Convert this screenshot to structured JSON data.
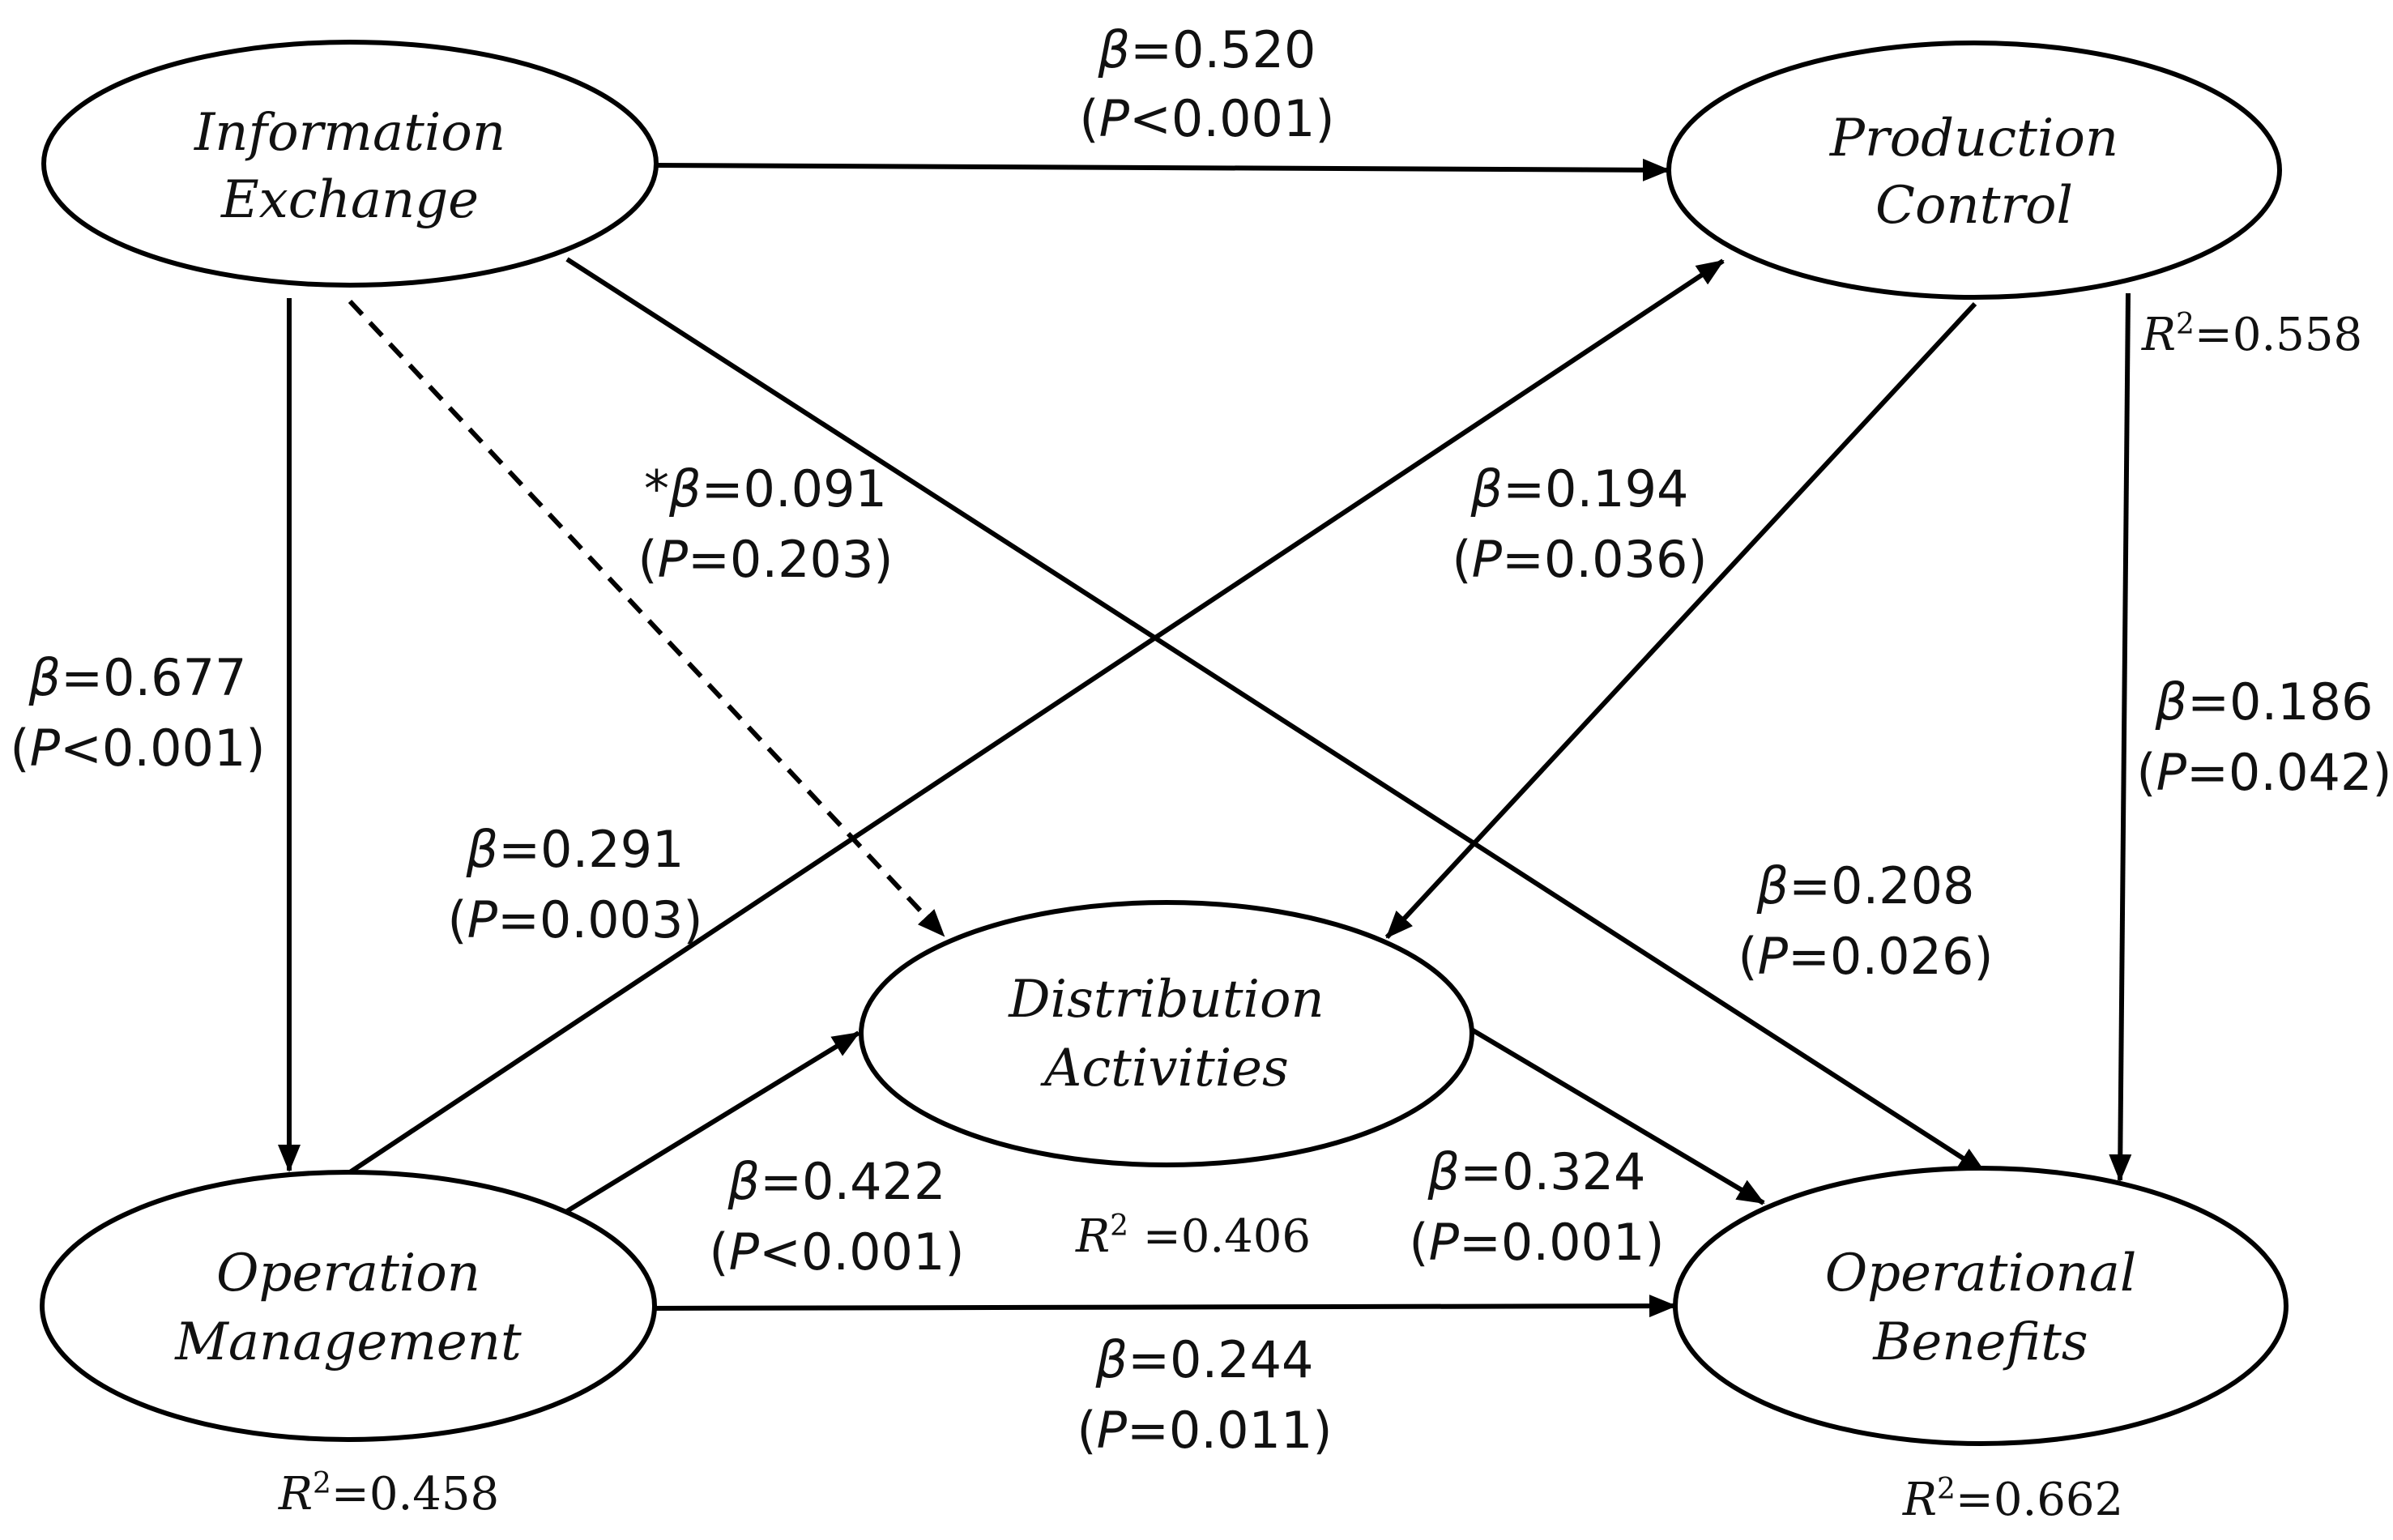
{
  "nodes": {
    "info": {
      "line1": "Information",
      "line2": "Exchange"
    },
    "prod": {
      "line1": "Production",
      "line2": "Control"
    },
    "dist": {
      "line1": "Distribution",
      "line2": "Activities"
    },
    "oper": {
      "line1": "Operation",
      "line2": "Management"
    },
    "bene": {
      "line1": "Operational",
      "line2": "Benefits"
    }
  },
  "edges": {
    "ie_pc": {
      "prefix": "",
      "symbol": "β",
      "beta": "=0.520",
      "p_open": "(",
      "p_symbol": "P",
      "p_rest": "<0.001)",
      "dashed": false
    },
    "ie_om": {
      "prefix": "",
      "symbol": "β",
      "beta": "=0.677",
      "p_open": "(",
      "p_symbol": "P",
      "p_rest": "<0.001)",
      "dashed": false
    },
    "ie_da": {
      "prefix": "*",
      "symbol": "β",
      "beta": "=0.091",
      "p_open": "(",
      "p_symbol": "P",
      "p_rest": "=0.203)",
      "dashed": true
    },
    "ie_ob": {
      "prefix": "",
      "symbol": "β",
      "beta": "=0.208",
      "p_open": "(",
      "p_symbol": "P",
      "p_rest": "=0.026)",
      "dashed": false
    },
    "pc_da": {
      "prefix": "",
      "symbol": "β",
      "beta": "=0.194",
      "p_open": "(",
      "p_symbol": "P",
      "p_rest": "=0.036)",
      "dashed": false
    },
    "pc_ob": {
      "prefix": "",
      "symbol": "β",
      "beta": "=0.186",
      "p_open": "(",
      "p_symbol": "P",
      "p_rest": "=0.042)",
      "dashed": false
    },
    "om_pc": {
      "prefix": "",
      "symbol": "β",
      "beta": "=0.291",
      "p_open": "(",
      "p_symbol": "P",
      "p_rest": "=0.003)",
      "dashed": false
    },
    "om_da": {
      "prefix": "",
      "symbol": "β",
      "beta": "=0.422",
      "p_open": "(",
      "p_symbol": "P",
      "p_rest": "<0.001)",
      "dashed": false
    },
    "om_ob": {
      "prefix": "",
      "symbol": "β",
      "beta": "=0.244",
      "p_open": "(",
      "p_symbol": "P",
      "p_rest": "=0.011)",
      "dashed": false
    },
    "da_ob": {
      "prefix": "",
      "symbol": "β",
      "beta": "=0.324",
      "p_open": "(",
      "p_symbol": "P",
      "p_rest": "=0.001)",
      "dashed": false
    }
  },
  "r_squared": {
    "prod": {
      "symbol": "R",
      "sup": "2",
      "value": "=0.558"
    },
    "oper": {
      "symbol": "R",
      "sup": "2",
      "value": "=0.458"
    },
    "dist": {
      "symbol": "R",
      "sup": "2",
      "value": " =0.406"
    },
    "bene": {
      "symbol": "R",
      "sup": "2",
      "value": "=0.662"
    }
  }
}
